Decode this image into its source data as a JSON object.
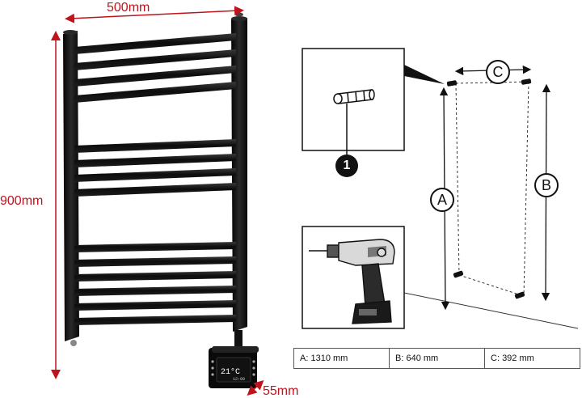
{
  "dimensions": {
    "width": "500mm",
    "height": "900mm",
    "depth": "55mm"
  },
  "thermostat_display": {
    "temperature": "21°C",
    "time": "12:09"
  },
  "callouts": {
    "part_number": "1",
    "label_a": "A",
    "label_b": "B",
    "label_c": "C"
  },
  "spec_table": {
    "cells": [
      {
        "label": "A:",
        "value": "1310 mm"
      },
      {
        "label": "B:",
        "value": "640 mm"
      },
      {
        "label": "C:",
        "value": "392 mm"
      }
    ]
  },
  "colors": {
    "dimension_red": "#c0141c",
    "rail_black": "#0d0d0d"
  },
  "icons": {
    "wall_plug": "wall-plug-icon",
    "drill": "drill-icon"
  }
}
